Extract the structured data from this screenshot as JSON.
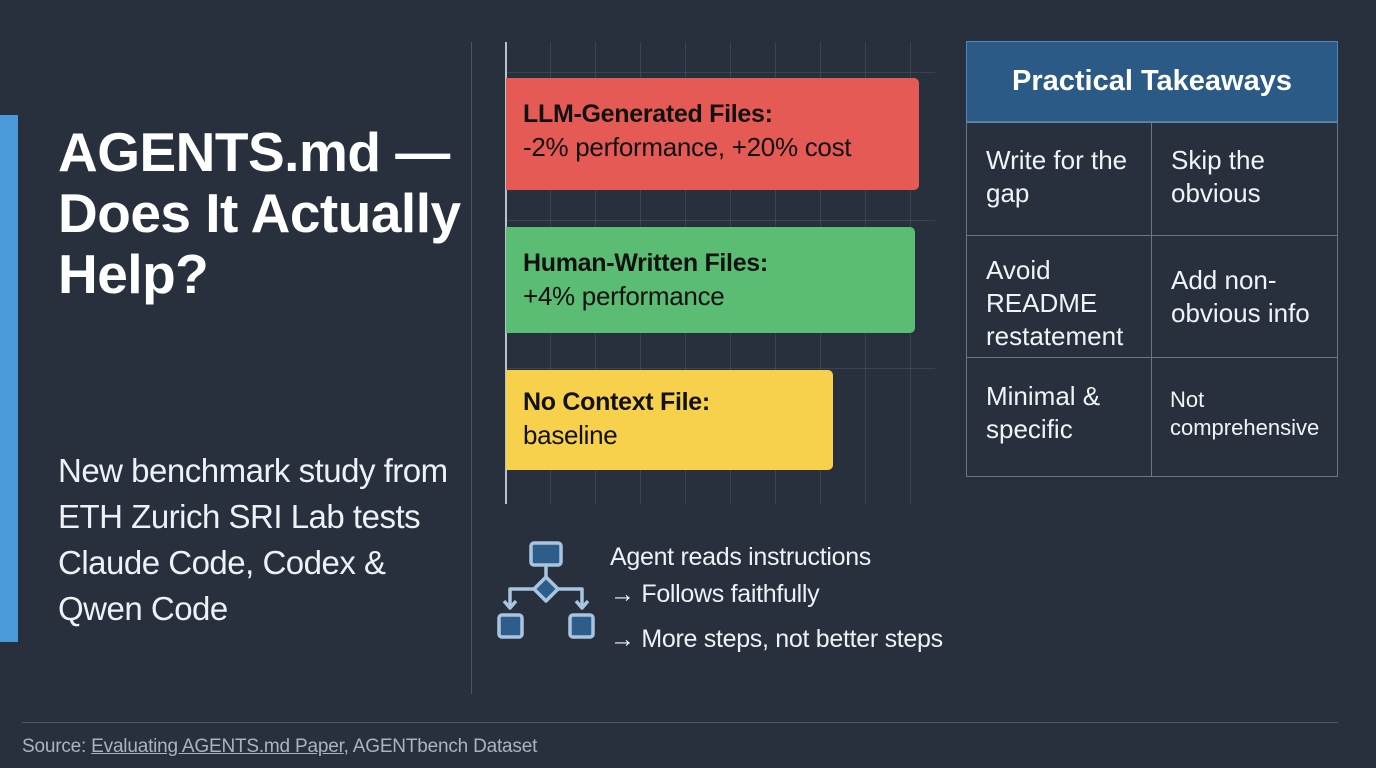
{
  "left": {
    "title": "AGENTS.md — Does It Actually Help?",
    "subtitle": "New benchmark study from ETH Zurich SRI Lab tests Claude Code, Codex & Qwen Code"
  },
  "chart": {
    "bars": [
      {
        "label": "LLM-Generated Files:",
        "value": "-2% performance, +20% cost",
        "color": "#e55a55"
      },
      {
        "label": "Human-Written Files:",
        "value": "+4% performance",
        "color": "#5bbd74"
      },
      {
        "label": "No Context File:",
        "value": "baseline",
        "color": "#f7d04c"
      }
    ]
  },
  "chart_data": {
    "type": "bar",
    "orientation": "horizontal",
    "categories": [
      "LLM-Generated Files",
      "Human-Written Files",
      "No Context File"
    ],
    "annotations": [
      "-2% performance, +20% cost",
      "+4% performance",
      "baseline"
    ],
    "values_performance_change_pct": [
      -2,
      4,
      0
    ],
    "cost_change_pct": [
      20,
      null,
      null
    ],
    "title": "",
    "xlabel": "",
    "ylabel": "",
    "grid": true,
    "legend": false
  },
  "flow": {
    "icon": "flowchart-icon",
    "lines": [
      "Agent reads instructions",
      "→ Follows faithfully",
      "→ More steps, not better steps"
    ]
  },
  "takeaways": {
    "header": "Practical Takeaways",
    "cells": [
      "Write for the gap",
      "Skip the obvious",
      "Avoid README restatement",
      "Add non-obvious info",
      "Minimal & specific",
      "Not comprehensive"
    ]
  },
  "footer": {
    "prefix": "Source: ",
    "link": "Evaluating AGENTS.md Paper",
    "suffix": ", AGENTbench Dataset"
  },
  "colors": {
    "background": "#27303c",
    "accent": "#4a9ada",
    "header_blue": "#2a5a85"
  }
}
